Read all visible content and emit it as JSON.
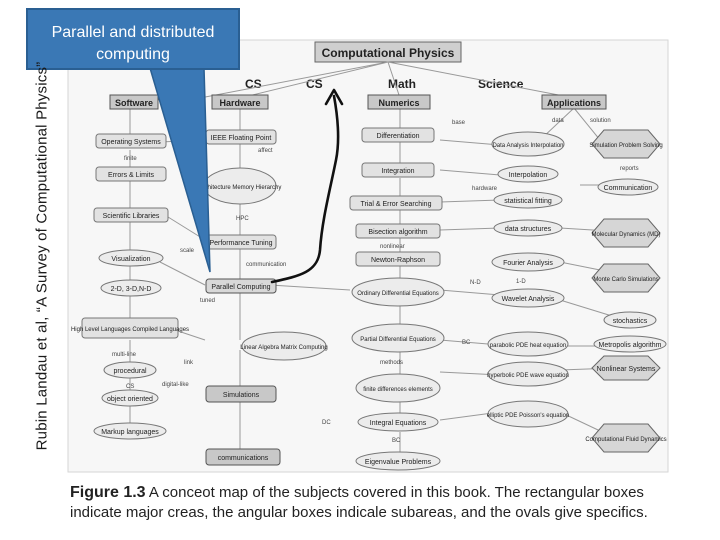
{
  "side_label": "Rubin Landau et al, “A Survey of Computational Physics”",
  "callout": "Parallel and distributed computing",
  "map": {
    "title": "Computational Physics",
    "columns": [
      "CS",
      "CS",
      "Math",
      "Science"
    ],
    "boxes": [
      "Software",
      "Hardware",
      "Numerics",
      "Applications"
    ],
    "software": [
      "Operating Systems",
      "Errors & Limits",
      "Scientific Libraries",
      "Visualization",
      "2-D, 3-D,N-D",
      "High Level Languages Compiled Languages",
      "procedural",
      "object oriented",
      "Markup languages"
    ],
    "hardware": [
      "IEEE Floating Point",
      "Architecture Memory Hierarchy",
      "Performance Tuning",
      "Parallel Computing",
      "Linear Algebra Matrix Computing",
      "Simulations",
      "communications"
    ],
    "numerics": [
      "Differentiation",
      "Integration",
      "Trial & Error Searching",
      "Bisection algorithm",
      "Newton-Raphson",
      "Ordinary Differential Equations",
      "Partial Differential Equations",
      "finite differences elements",
      "Integral Equations",
      "Eigenvalue Problems"
    ],
    "middle": [
      "Data Analysis Interpolation",
      "Interpolation",
      "statistical fitting",
      "data structures",
      "Fourier Analysis",
      "Wavelet Analysis",
      "parabolic PDE heat equation",
      "hyperbolic PDE wave equation",
      "elliptic PDE Poisson's equation"
    ],
    "applications": [
      "Simulation Problem Solving",
      "Communication",
      "Molecular Dynamics (MD)",
      "Monte Carlo Simulations",
      "stochastics",
      "Metropolis algorithm",
      "Nonlinear Systems",
      "Computational Fluid Dynamics"
    ],
    "links": [
      "base",
      "data",
      "solution",
      "finite",
      "affect",
      "reports",
      "HPC",
      "scale",
      "hardware",
      "communication",
      "tuned",
      "nonlinear",
      "N-D",
      "1-D",
      "methods",
      "multi-line",
      "link",
      "digital-like",
      "CS",
      "BC",
      "BC",
      "DC"
    ]
  },
  "caption": {
    "figure_no": "Figure 1.3",
    "text": "A conceot map of the subjects covered in this book. The rectangular boxes indicate major creas, the angular boxes indicale subareas, and the ovals give specifics."
  },
  "colors": {
    "callout_fill": "#3a78b5",
    "callout_border": "#2a5f92",
    "scan_gray": "#8a8a8a",
    "hand_arrow": "#111111"
  }
}
